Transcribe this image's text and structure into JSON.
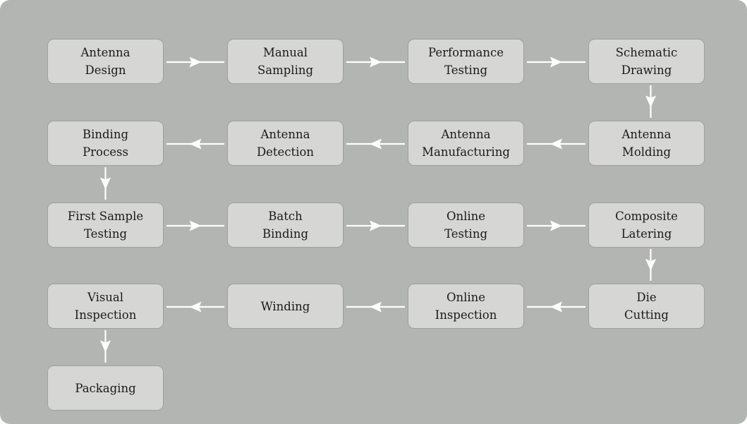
{
  "diagram": {
    "background_color": "#b3b5b2",
    "node_color": "#d6d6d4",
    "arrow_color": "#ffffff",
    "nodes": [
      {
        "id": "antenna-design",
        "label": "Antenna\nDesign"
      },
      {
        "id": "manual-sampling",
        "label": "Manual\nSampling"
      },
      {
        "id": "performance-testing",
        "label": "Performance\nTesting"
      },
      {
        "id": "schematic-drawing",
        "label": "Schematic\nDrawing"
      },
      {
        "id": "antenna-molding",
        "label": "Antenna\nMolding"
      },
      {
        "id": "antenna-manufacturing",
        "label": "Antenna\nManufacturing"
      },
      {
        "id": "antenna-detection",
        "label": "Antenna\nDetection"
      },
      {
        "id": "binding-process",
        "label": "Binding\nProcess"
      },
      {
        "id": "first-sample-testing",
        "label": "First Sample\nTesting"
      },
      {
        "id": "batch-binding",
        "label": "Batch\nBinding"
      },
      {
        "id": "online-testing",
        "label": "Online\nTesting"
      },
      {
        "id": "composite-latering",
        "label": "Composite\nLatering"
      },
      {
        "id": "die-cutting",
        "label": "Die\nCutting"
      },
      {
        "id": "online-inspection",
        "label": "Online\nInspection"
      },
      {
        "id": "winding",
        "label": "Winding"
      },
      {
        "id": "visual-inspection",
        "label": "Visual\nInspection"
      },
      {
        "id": "packaging",
        "label": "Packaging"
      }
    ],
    "edges": [
      {
        "from": "antenna-design",
        "to": "manual-sampling"
      },
      {
        "from": "manual-sampling",
        "to": "performance-testing"
      },
      {
        "from": "performance-testing",
        "to": "schematic-drawing"
      },
      {
        "from": "schematic-drawing",
        "to": "antenna-molding"
      },
      {
        "from": "antenna-molding",
        "to": "antenna-manufacturing"
      },
      {
        "from": "antenna-manufacturing",
        "to": "antenna-detection"
      },
      {
        "from": "antenna-detection",
        "to": "binding-process"
      },
      {
        "from": "binding-process",
        "to": "first-sample-testing"
      },
      {
        "from": "first-sample-testing",
        "to": "batch-binding"
      },
      {
        "from": "batch-binding",
        "to": "online-testing"
      },
      {
        "from": "online-testing",
        "to": "composite-latering"
      },
      {
        "from": "composite-latering",
        "to": "die-cutting"
      },
      {
        "from": "die-cutting",
        "to": "online-inspection"
      },
      {
        "from": "online-inspection",
        "to": "winding"
      },
      {
        "from": "winding",
        "to": "visual-inspection"
      },
      {
        "from": "visual-inspection",
        "to": "packaging"
      }
    ]
  }
}
